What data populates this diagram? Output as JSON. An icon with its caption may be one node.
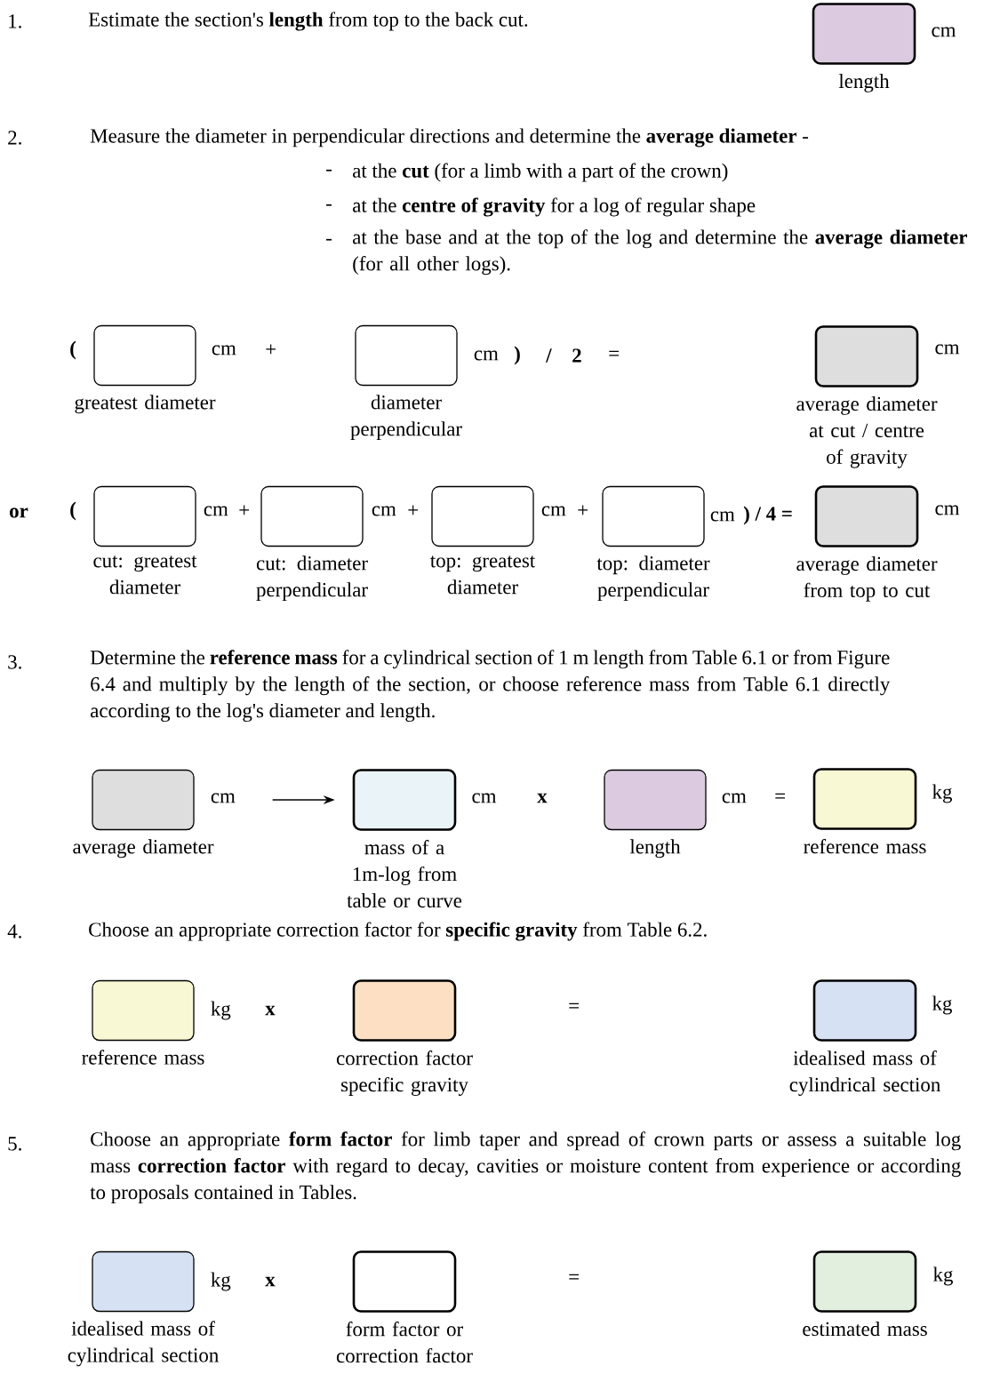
{
  "diagram": {
    "nodes": [
      {
        "text": [],
        "shape": "box",
        "beside": [
          "cm",
          "length"
        ]
      },
      {
        "text": [],
        "shape": "box",
        "beside": [
          "cm",
          "greatest diameter"
        ]
      },
      {
        "text": [],
        "shape": "box",
        "beside": [
          "cm",
          "diameter perpendicular"
        ]
      },
      {
        "text": [],
        "shape": "box",
        "beside": [
          "cm",
          "average diameter at cut / centre of gravity"
        ]
      },
      {
        "text": [],
        "shape": "box",
        "beside": [
          "cm",
          "cut: greatest diameter"
        ]
      },
      {
        "text": [],
        "shape": "box",
        "beside": [
          "cm",
          "cut: diameter perpendicular"
        ]
      },
      {
        "text": [],
        "shape": "box",
        "beside": [
          "cm",
          "top: greatest diameter"
        ]
      },
      {
        "text": [],
        "shape": "box",
        "beside": [
          "cm",
          "top: diameter perpendicular"
        ]
      },
      {
        "text": [],
        "shape": "box",
        "beside": [
          "cm",
          "average diameter from top to cut"
        ]
      },
      {
        "text": [],
        "shape": "box",
        "beside": [
          "cm",
          "average diameter"
        ]
      },
      {
        "text": [],
        "shape": "box",
        "beside": [
          "cm",
          "mass of a 1m-log from table or curve"
        ]
      },
      {
        "text": [],
        "shape": "box",
        "beside": [
          "cm",
          "length"
        ]
      },
      {
        "text": [],
        "shape": "box",
        "beside": [
          "kg",
          "reference mass"
        ]
      },
      {
        "text": [],
        "shape": "box",
        "beside": [
          "kg",
          "reference mass"
        ]
      },
      {
        "text": [],
        "shape": "box",
        "beside": [
          "correction factor specific gravity"
        ]
      },
      {
        "text": [],
        "shape": "box",
        "beside": [
          "kg",
          "idealised mass of cylindrical section"
        ]
      },
      {
        "text": [],
        "shape": "box",
        "beside": [
          "kg",
          "idealised mass of cylindrical section"
        ]
      },
      {
        "text": [],
        "shape": "box",
        "beside": [
          "form factor or correction factor"
        ]
      },
      {
        "text": [],
        "shape": "box",
        "beside": [
          "kg",
          "estimated mass"
        ]
      }
    ],
    "edges": [
      {
        "from": 9,
        "to": 10,
        "arrow": "to"
      }
    ],
    "labels": [
      "1.",
      "Estimate the section's **length** from top to the back cut.",
      "2.",
      "Measure the diameter in perpendicular directions and determine the **average diameter** -",
      "-",
      "at the **cut** (for a limb with a part of the crown)",
      "-",
      "at the **centre of gravity** for a log of regular shape",
      "-",
      "at the base and at the top of the log and determine the **average diameter** (for all other logs).",
      "(",
      "+",
      ")",
      "/",
      "2",
      "=",
      "or",
      "(",
      "+",
      "+",
      "+",
      ") / 4 =",
      "3.",
      "Determine the **reference mass** for a cylindrical section of 1 m length from Table 6.1 or from Figure 6.4 and multiply by the length of the section, or choose reference mass from Table 6.1 directly according to the log's diameter and length.",
      "x",
      "=",
      "4.",
      "Choose an appropriate correction factor for **specific gravity** from Table 6.2.",
      "x",
      "=",
      "5.",
      "Choose an appropriate **form factor** for limb taper and spread of crown parts or assess a suitable log mass **correction factor** with regard to decay, cavities or moisture content from experience or according to proposals contained in Tables.",
      "x",
      "="
    ]
  }
}
